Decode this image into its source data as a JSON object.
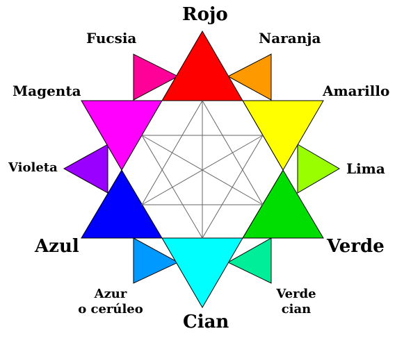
{
  "colors": {
    "rojo": "#ff0000",
    "naranja": "#ff9900",
    "amarillo": "#ffff00",
    "lima": "#99ff00",
    "verde": "#00dd00",
    "verde_cian": "#00ee99",
    "cian": "#00ffff",
    "azur": "#0099ff",
    "azul": "#0000ff",
    "violeta": "#9900ff",
    "magenta": "#ff00ff",
    "fucsia": "#ff0099",
    "outline": "#000000",
    "inner_lines": "#666666"
  },
  "labels": {
    "rojo": "Rojo",
    "fucsia": "Fucsia",
    "naranja": "Naranja",
    "magenta": "Magenta",
    "amarillo": "Amarillo",
    "violeta": "Violeta",
    "lima": "Lima",
    "azul": "Azul",
    "verde": "Verde",
    "azur_line1": "Azur",
    "azur_line2": "o cerúleo",
    "verde_cian_line1": "Verde",
    "verde_cian_line2": "cian",
    "cian": "Cian"
  }
}
